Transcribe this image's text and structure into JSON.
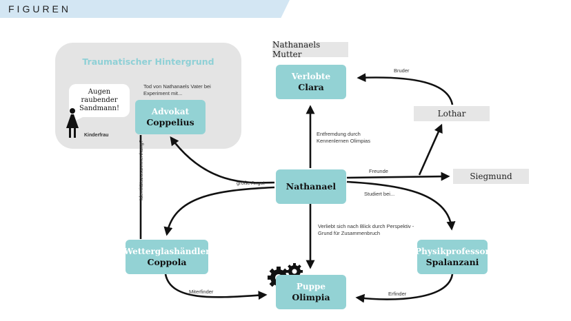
{
  "header": {
    "title": "FIGUREN"
  },
  "background_panel": {
    "title": "Traumatischer Hintergrund",
    "speech": "Augen raubender Sandmann!",
    "person_label": "Kinderfrau",
    "note": "Tod von Nathanaels Vater bei Experiment mit..."
  },
  "nodes": {
    "clara": {
      "role": "Verlobte",
      "name": "Clara"
    },
    "coppelius": {
      "role": "Advokat",
      "name": "Coppelius"
    },
    "nathanael": {
      "name": "Nathanael"
    },
    "coppola": {
      "role": "Wetterglashändler",
      "name": "Coppola"
    },
    "olimpia": {
      "role": "Puppe",
      "name": "Olimpia"
    },
    "spalanzani": {
      "role": "Physikprofessor",
      "name": "Spalanzani"
    }
  },
  "gray_boxes": {
    "mutter": "Nathanaels Mutter",
    "lothar": "Lothar",
    "siegmund": "Siegmund"
  },
  "edge_labels": {
    "bruder": "Bruder",
    "entfremdung": "Entfremdung durch Kennenlernen Olimpias",
    "freunde": "Freunde",
    "studiert": "Studiert bei...",
    "angst": "große Angst",
    "identitaet": "Identitätszusammenhang?",
    "verliebt": "Verliebt sich nach Blick durch Perspektiv - Grund für Zusammenbruch",
    "miterfinder": "Miterfinder",
    "erfinder": "Erfinder"
  },
  "colors": {
    "node": "#93d2d4",
    "panel": "#e4e4e4",
    "banner": "#d3e6f3",
    "title": "#8fd0d6"
  },
  "icons": [
    "woman-icon",
    "gears-icon"
  ]
}
